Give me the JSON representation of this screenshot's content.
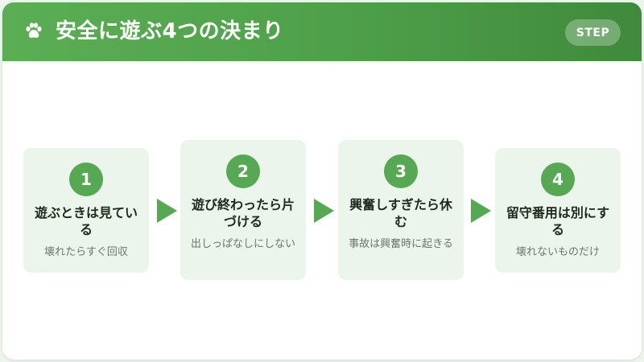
{
  "header": {
    "icon": "paw-icon",
    "title": "安全に遊ぶ4つの決まり",
    "badge": "STEP"
  },
  "colors": {
    "accent": "#56a853",
    "header_start": "#5cae55",
    "header_end": "#3f8a3c",
    "step_bg": "#ecf5eb"
  },
  "steps": [
    {
      "number": "1",
      "title": "遊ぶときは見ている",
      "description": "壊れたらすぐ回収"
    },
    {
      "number": "2",
      "title": "遊び終わったら片づける",
      "description": "出しっぱなしにしない"
    },
    {
      "number": "3",
      "title": "興奮しすぎたら休む",
      "description": "事故は興奮時に起きる"
    },
    {
      "number": "4",
      "title": "留守番用は別にする",
      "description": "壊れないものだけ"
    }
  ]
}
